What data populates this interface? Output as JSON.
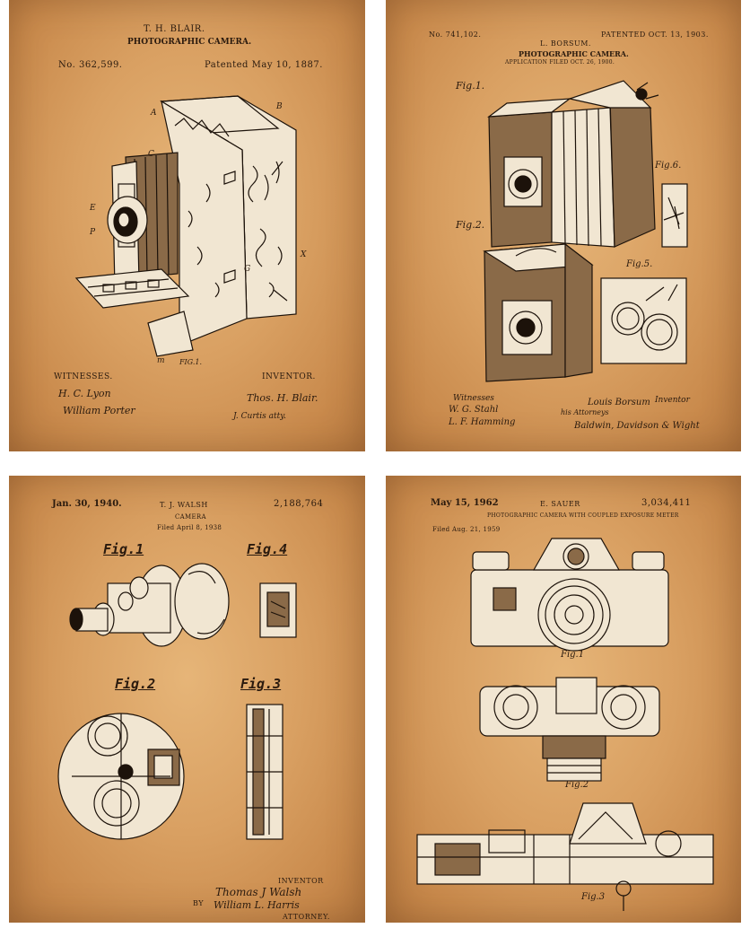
{
  "posters": [
    {
      "inventor_name": "T. H. BLAIR.",
      "title": "PHOTOGRAPHIC CAMERA.",
      "number": "No. 362,599.",
      "patented": "Patented May 10, 1887.",
      "fig_label": "FIG.1.",
      "witnesses_label": "WITNESSES.",
      "inventor_label": "INVENTOR.",
      "sig_witness_1": "H. C. Lyon",
      "sig_witness_2": "William Porter",
      "sig_inventor": "Thos. H. Blair.",
      "sig_attorney": "J. Curtis atty.",
      "part_letters": [
        "A",
        "B",
        "C",
        "E",
        "P",
        "G",
        "X",
        "m"
      ]
    },
    {
      "number": "No. 741,102.",
      "patented": "PATENTED OCT. 13, 1903.",
      "inventor_name": "L. BORSUM.",
      "title": "PHOTOGRAPHIC CAMERA.",
      "application": "APPLICATION FILED OCT. 26, 1900.",
      "fig1_label": "Fig.1.",
      "fig2_label": "Fig.2.",
      "fig5_label": "Fig.5.",
      "fig6_label": "Fig.6.",
      "witnesses_label": "Witnesses",
      "inventor_label": "Inventor",
      "sig_witness_1": "W. G. Stahl",
      "sig_witness_2": "L. F. Hamming",
      "sig_inventor": "Louis Borsum",
      "attorneys_label": "his Attorneys",
      "sig_attorneys": "Baldwin, Davidson & Wight"
    },
    {
      "date": "Jan. 30, 1940.",
      "inventor_name": "T. J. WALSH",
      "number": "2,188,764",
      "title": "CAMERA",
      "filed": "Filed April 8, 1938",
      "fig1_label": "Fig.1",
      "fig2_label": "Fig.2",
      "fig3_label": "Fig.3",
      "fig4_label": "Fig.4",
      "inventor_label": "INVENTOR",
      "sig_inventor": "Thomas J Walsh",
      "by_label": "BY",
      "sig_attorney": "William L. Harris",
      "attorney_label": "ATTORNEY."
    },
    {
      "date": "May 15, 1962",
      "inventor_name": "E. SAUER",
      "number": "3,034,411",
      "title": "PHOTOGRAPHIC CAMERA WITH COUPLED EXPOSURE METER",
      "filed": "Filed Aug. 21, 1959",
      "fig1_label": "Fig.1",
      "fig2_label": "Fig.2",
      "fig3_label": "Fig.3"
    }
  ]
}
